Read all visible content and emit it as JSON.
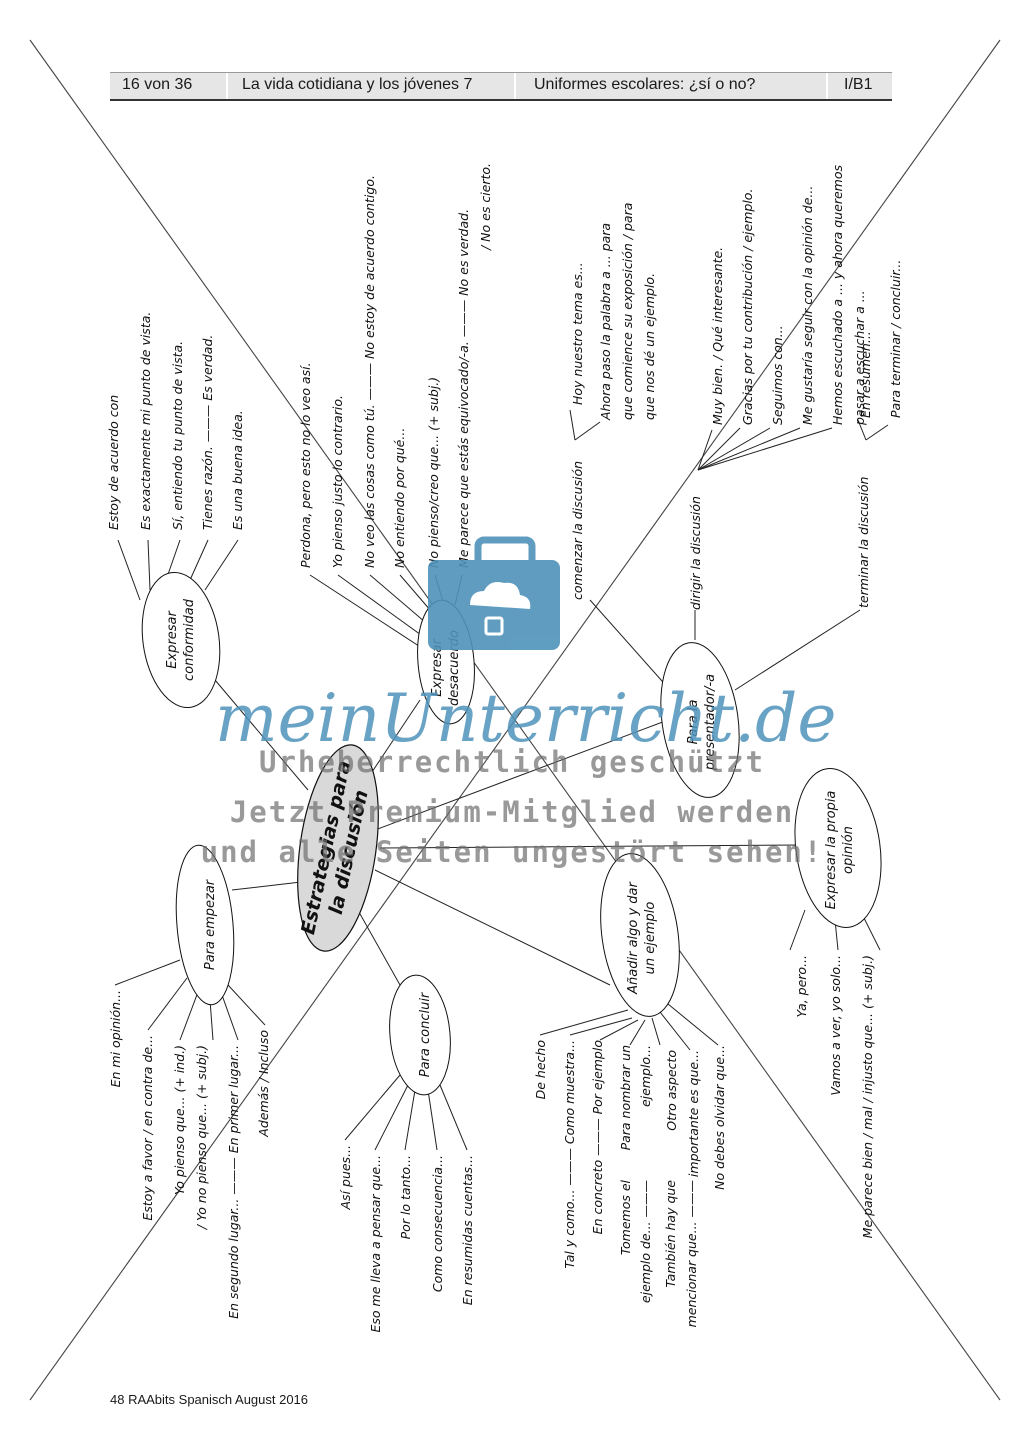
{
  "header": {
    "page": "16 von 36",
    "title": "La vida cotidiana y los jóvenes 7",
    "subtitle": "Uniformes escolares: ¿sí o no?",
    "code": "I/B1"
  },
  "footer": "48 RAAbits Spanisch August 2016",
  "center": {
    "line1": "Estrategias para",
    "line2": "la discusión"
  },
  "nodes": {
    "conformidad": {
      "l1": "Expresar",
      "l2": "conformidad"
    },
    "desacuerdo": {
      "l1": "Expresar",
      "l2": "desacuerdo"
    },
    "presentador": {
      "l1": "Para la",
      "l2": "presentador/-a"
    },
    "opinion": {
      "l1": "Expresar la propia",
      "l2": "opinión"
    },
    "anadir": {
      "l1": "Añadir algo y dar",
      "l2": "un ejemplo"
    },
    "concluir": {
      "l1": "Para concluir"
    },
    "empezar": {
      "l1": "Para empezar"
    }
  },
  "phrases": {
    "conf": [
      "Estoy de acuerdo con",
      "Es exactamente mi punto de vista.",
      "Sí, entiendo tu punto de vista.",
      "Tienes razón. ——— Es verdad.",
      "Es una buena idea."
    ],
    "des": [
      "Perdona, pero esto no lo veo así.",
      "Yo pienso justo lo contrario.",
      "No veo las cosas como tú. ——— No estoy de acuerdo contigo.",
      "No entiendo por qué...",
      "No pienso/creo que... (+ subj.)",
      "Me parece que estás equivocado/-a. ——— No es verdad.",
      "/ No es cierto."
    ],
    "pres_labels": [
      "comenzar la discusión",
      "dirigir la discusión",
      "terminar la discusión"
    ],
    "comenzar": [
      "Hoy nuestro tema es...",
      "Ahora paso la palabra a ... para",
      "que comience su exposición / para",
      "que nos dé un ejemplo."
    ],
    "dirigir": [
      "Muy bien. / Qué interesante.",
      "Gracias por tu contribución / ejemplo.",
      "Seguimos con...",
      "Me gustaría seguir con la opinión de...",
      "Hemos escuchado a ... y ahora queremos",
      "pasar a escuchar a ..."
    ],
    "terminar": [
      "En resumen...",
      "Para terminar / concluir..."
    ],
    "op": [
      "Ya, pero...",
      "Vamos a ver, yo solo...",
      "Me parece bien / mal / injusto que... (+ subj.)"
    ],
    "an": [
      "De hecho",
      "Tal y como... ——— Como muestra...",
      "En concreto ——— Por ejemplo",
      "Tomemos el",
      "ejemplo de... ———",
      "Para nombrar un",
      "ejemplo...",
      "También hay que",
      "mencionar que... ———",
      "Otro aspecto",
      "importante es que...",
      "No debes olvidar que..."
    ],
    "con": [
      "Así pues...",
      "Eso me lleva a pensar que...",
      "Por lo tanto...",
      "Como consecuencia...",
      "En resumidas cuentas..."
    ],
    "emp": [
      "En mi opinión...",
      "Estoy a favor / en contra de...",
      "Yo pienso que... (+ ind.)",
      "/ Yo no pienso que... (+ subj.)",
      "En segundo lugar... ——— En primer lugar...",
      "Además / Incluso"
    ]
  },
  "watermark": {
    "brand": "meinUnterricht.de",
    "l1": "Urheberrechtlich geschützt",
    "l2": "Jetzt Premium-Mitglied werden",
    "l3": "und alle Seiten ungestört sehen!"
  },
  "colors": {
    "center_fill": "#d9d9d9",
    "brand_blue": "#4e92ba",
    "header_bg": "#e6e6e6"
  }
}
